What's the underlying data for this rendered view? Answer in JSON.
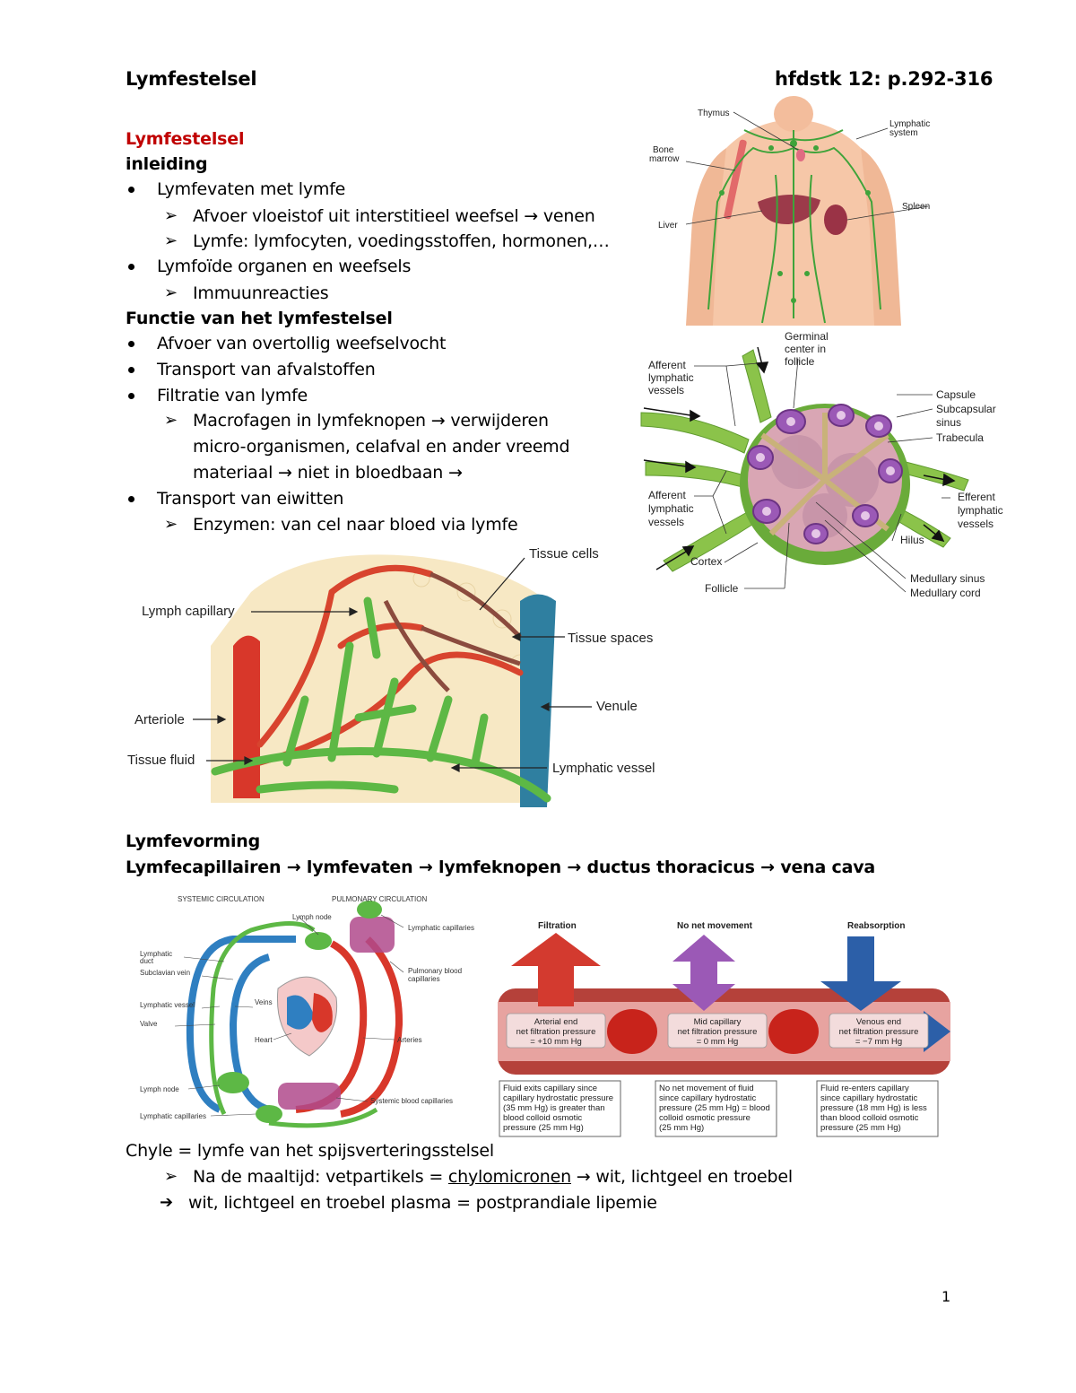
{
  "header": {
    "title": "Lymfestelsel",
    "ref": "hfdstk 12: p.292-316"
  },
  "section1": {
    "red_title": "Lymfestelsel",
    "sub": "inleiding",
    "b1": "Lymfevaten met lymfe",
    "b1a": "Afvoer vloeistof uit interstitieel weefsel",
    "b1a_tail": "venen",
    "b1b": "Lymfe: lymfocyten, voedingsstoffen, hormonen,…",
    "b2": "Lymfoïde organen en weefsels",
    "b2a": "Immuunreacties"
  },
  "section2": {
    "title": "Functie van het lymfestelsel",
    "b1": "Afvoer van overtollig weefselvocht",
    "b2": "Transport van afvalstoffen",
    "b3": "Filtratie van lymfe",
    "b3a_1": "Macrofagen in lymfeknopen",
    "b3a_1_tail": "verwijderen",
    "b3a_2": "micro-organismen, celafval en ander vreemd",
    "b3a_3": "materiaal",
    "b3a_3_mid": "niet in bloedbaan",
    "b4": "Transport van eiwitten",
    "b4a": "Enzymen: van cel naar bloed via lymfe"
  },
  "fig_body": {
    "thymus": "Thymus",
    "lymph_system_1": "Lymphatic",
    "lymph_system_2": "system",
    "bone_1": "Bone",
    "bone_2": "marrow",
    "spleen": "Spleen",
    "liver": "Liver"
  },
  "fig_node": {
    "germinal_1": "Germinal",
    "germinal_2": "center in",
    "germinal_3": "follicle",
    "aff1_1": "Afferent",
    "aff1_2": "lymphatic",
    "aff1_3": "vessels",
    "capsule": "Capsule",
    "subcaps_1": "Subcapsular",
    "subcaps_2": "sinus",
    "trabecula": "Trabecula",
    "aff2_1": "Afferent",
    "aff2_2": "lymphatic",
    "aff2_3": "vessels",
    "eff_1": "Efferent",
    "eff_2": "lymphatic",
    "eff_3": "vessels",
    "hilus": "Hilus",
    "cortex": "Cortex",
    "follicle": "Follicle",
    "med_sinus": "Medullary sinus",
    "med_cord": "Medullary cord"
  },
  "fig_capillary": {
    "tissue_cells": "Tissue cells",
    "lymph_cap": "Lymph capillary",
    "tissue_spaces": "Tissue spaces",
    "arteriole": "Arteriole",
    "venule": "Venule",
    "tissue_fluid": "Tissue fluid",
    "lymph_vessel": "Lymphatic vessel"
  },
  "section3": {
    "title": "Lymfevorming",
    "chain_1": "Lymfecapillairen",
    "chain_2": "lymfevaten",
    "chain_3": "lymfeknopen",
    "chain_4": "ductus thoracicus",
    "chain_5": "vena cava"
  },
  "fig_circ": {
    "systemic": "SYSTEMIC CIRCULATION",
    "pulmonary": "PULMONARY CIRCULATION",
    "lymph_node_top": "Lymph node",
    "lymph_caps_top": "Lymphatic capillaries",
    "lymph_duct_1": "Lymphatic",
    "lymph_duct_2": "duct",
    "subclavian": "Subclavian vein",
    "pulm_caps_1": "Pulmonary blood",
    "pulm_caps_2": "capillaries",
    "lymph_vessel": "Lymphatic vessel",
    "valve": "Valve",
    "veins": "Veins",
    "heart": "Heart",
    "arteries": "Arteries",
    "lymph_node_bot": "Lymph node",
    "sys_caps": "Systemic blood capillaries",
    "lymph_caps_bot": "Lymphatic capillaries"
  },
  "fig_filtration": {
    "filtration": "Filtration",
    "no_net": "No net movement",
    "reabsorption": "Reabsorption",
    "box1_1": "Arterial end",
    "box1_2": "net filtration pressure",
    "box1_3": "= +10 mm Hg",
    "box2_1": "Mid capillary",
    "box2_2": "net filtration pressure",
    "box2_3": "= 0 mm Hg",
    "box3_1": "Venous end",
    "box3_2": "net filtration pressure",
    "box3_3": "= −7 mm Hg",
    "note1": [
      "Fluid exits capillary since",
      "capillary hydrostatic pressure",
      "(35 mm Hg) is greater than",
      "blood colloid osmotic",
      "pressure (25 mm Hg)"
    ],
    "note2": [
      "No net movement of fluid",
      "since capillary hydrostatic",
      "pressure (25 mm Hg) = blood",
      "colloid osmotic pressure",
      "(25 mm Hg)"
    ],
    "note3": [
      "Fluid re-enters capillary",
      "since capillary hydrostatic",
      "pressure (18 mm Hg) is less",
      "than blood colloid osmotic",
      "pressure (25 mm Hg)"
    ]
  },
  "section4": {
    "chyle": "Chyle = lymfe van het spijsverteringsstelsel",
    "na_1": "Na de maaltijd: vetpartikels = ",
    "na_link": "chylomicronen",
    "na_tail": "wit, lichtgeel en troebel",
    "arrow_line": "wit, lichtgeel en troebel plasma = postprandiale lipemie"
  },
  "footer": {
    "page": "1"
  },
  "colors": {
    "red_heading": "#c00000",
    "lymph_green": "#5db845",
    "artery_red": "#d8372a",
    "vein_blue": "#2f7fc1"
  }
}
